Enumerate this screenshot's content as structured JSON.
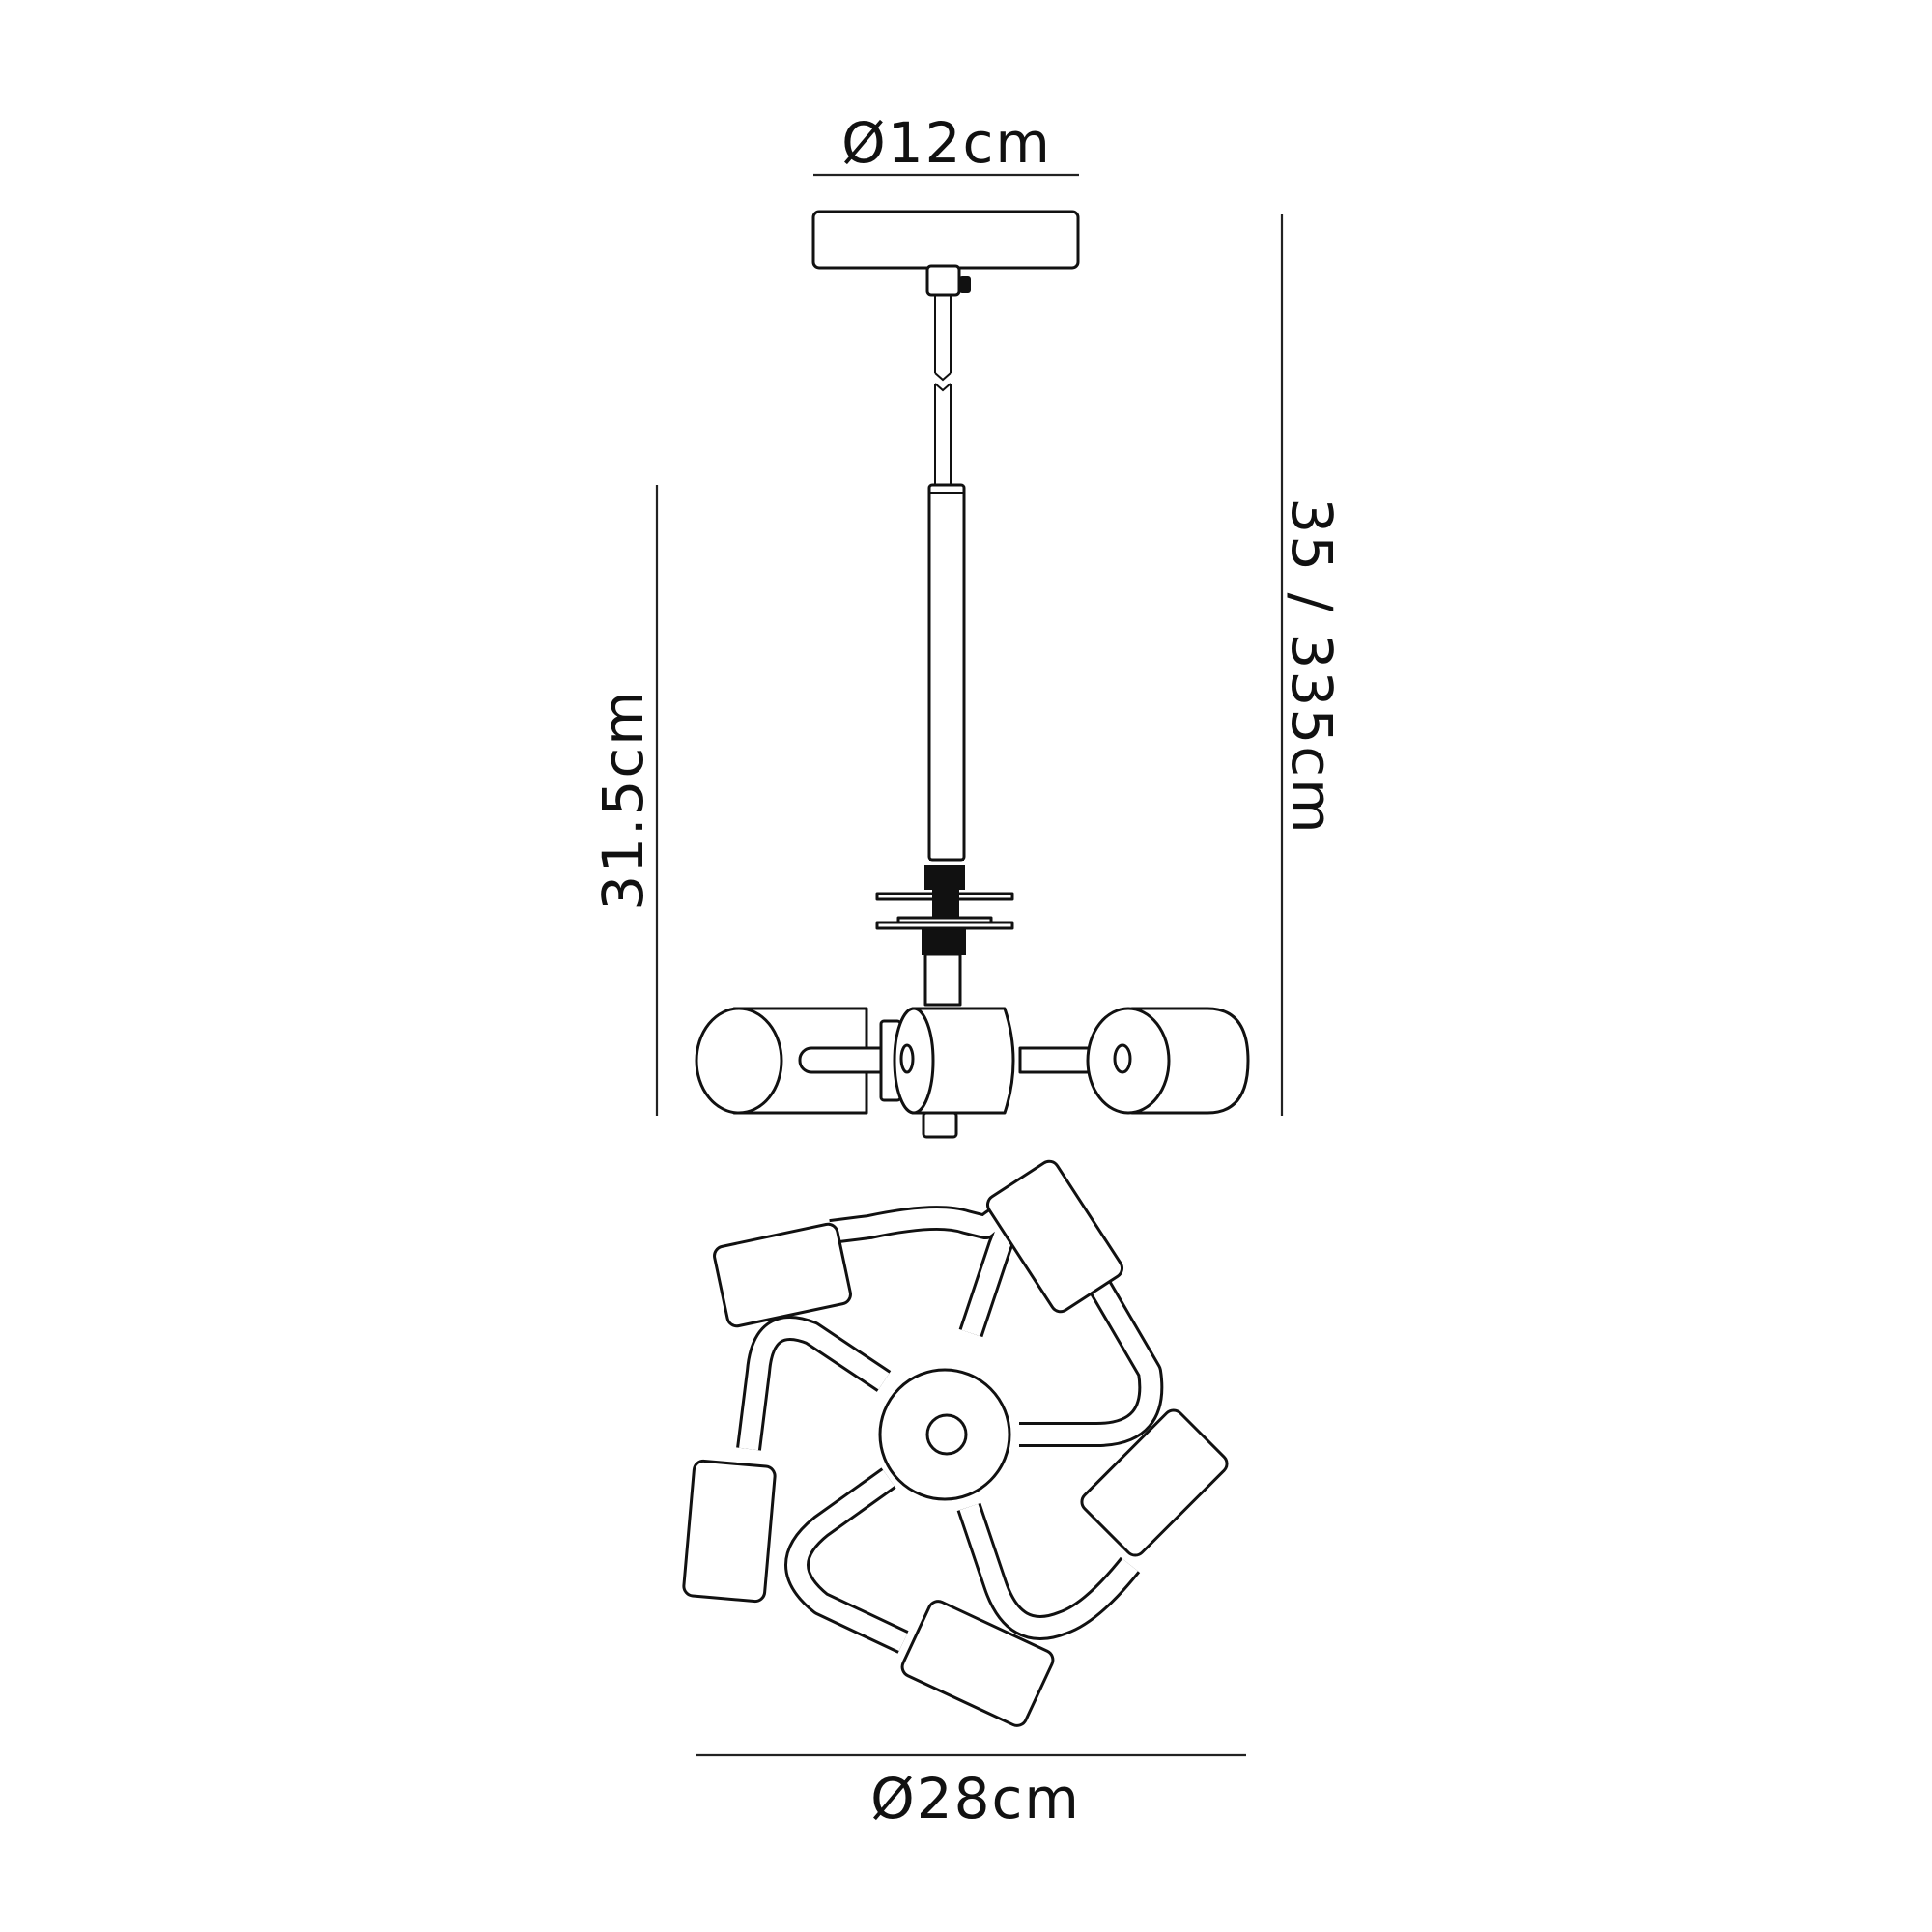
{
  "drawing": {
    "type": "pendant-light-dimension-drawing",
    "stroke_color": "#111111",
    "background": "#ffffff"
  },
  "dimensions": {
    "ceiling_plate_diameter": "Ø12cm",
    "overall_height": "35 / 335cm",
    "fixture_height": "31.5cm",
    "fixture_diameter": "Ø28cm"
  },
  "views": {
    "elevation": {
      "arms_visible": 3
    },
    "plan": {
      "arms": 5
    }
  }
}
